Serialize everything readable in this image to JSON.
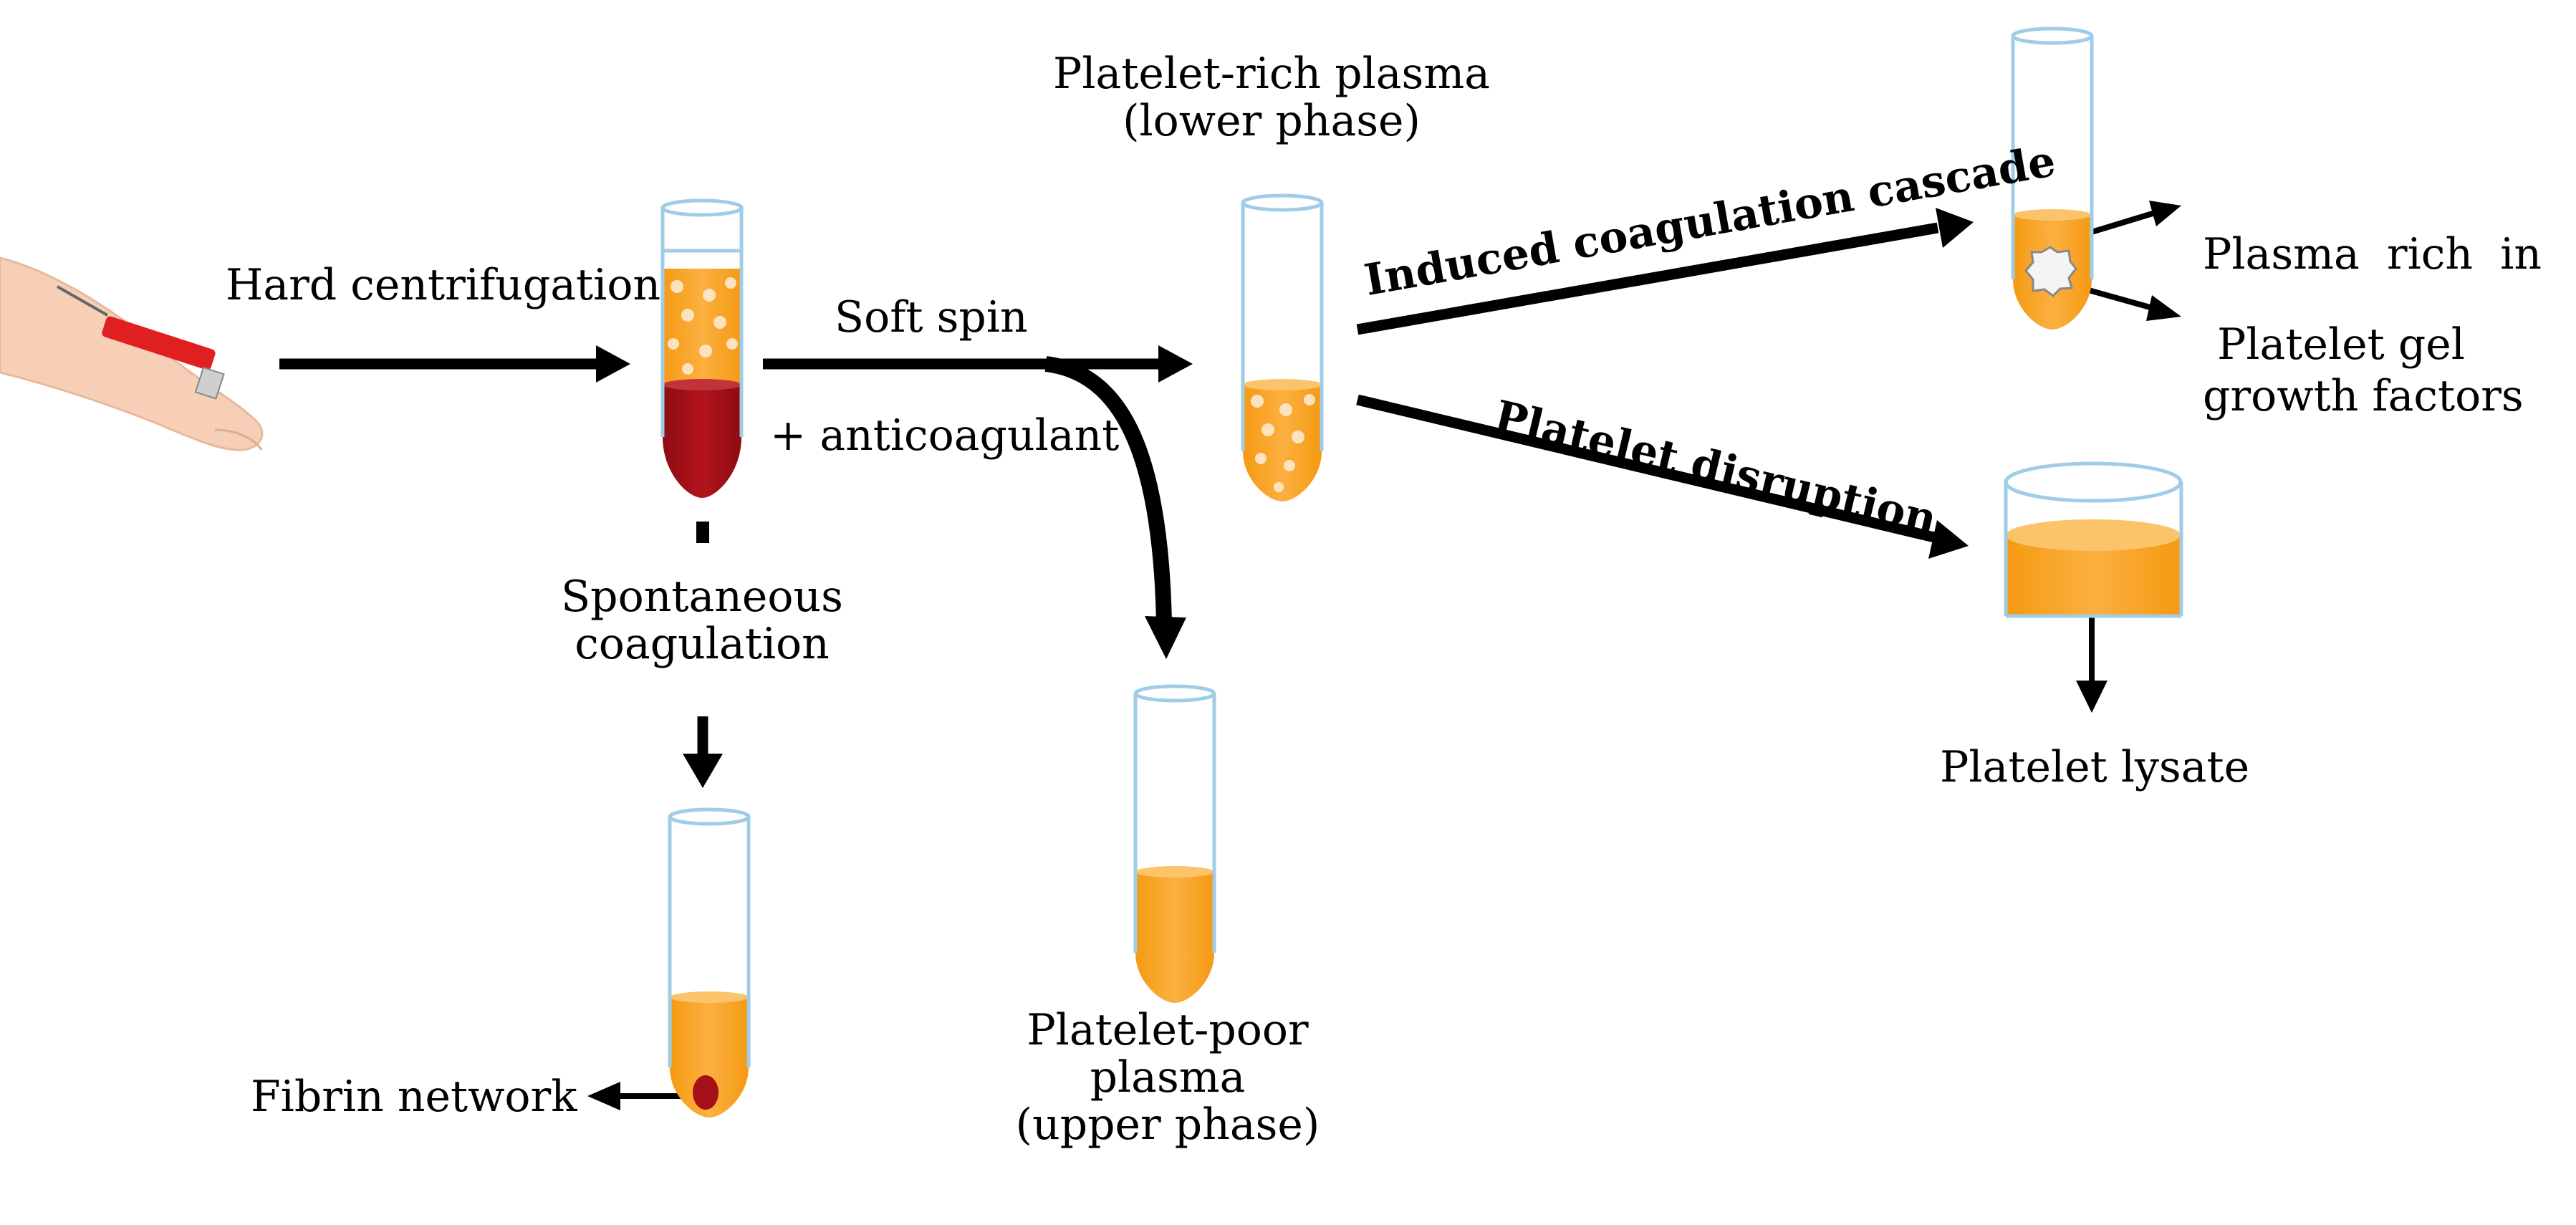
{
  "labels": {
    "hard_centrifugation": "Hard centrifugation",
    "soft_spin": "Soft spin",
    "anticoagulant": "+ anticoagulant",
    "prp_line1": "Platelet-rich plasma",
    "prp_line2": "(lower phase)",
    "induced_cascade": "Induced coagulation cascade",
    "platelet_disruption": "Platelet disruption",
    "prgf_line1": "Plasma  rich  in",
    "prgf_line2": "growth factors",
    "platelet_gel": "Platelet gel",
    "platelet_lysate": "Platelet lysate",
    "spontaneous_line1": "Spontaneous",
    "spontaneous_line2": "coagulation",
    "ppp_line1": "Platelet-poor",
    "ppp_line2": "plasma",
    "ppp_line3": "(upper phase)",
    "fibrin_network": "Fibrin network"
  },
  "colors": {
    "plasma_orange": "#f9a51f",
    "plasma_light": "#fbb852",
    "blood_red": "#a50f17",
    "tube_outline": "#9fcde8",
    "arrow": "#000000",
    "skin": "#f6cfb6",
    "syringe_red": "#e02020"
  }
}
